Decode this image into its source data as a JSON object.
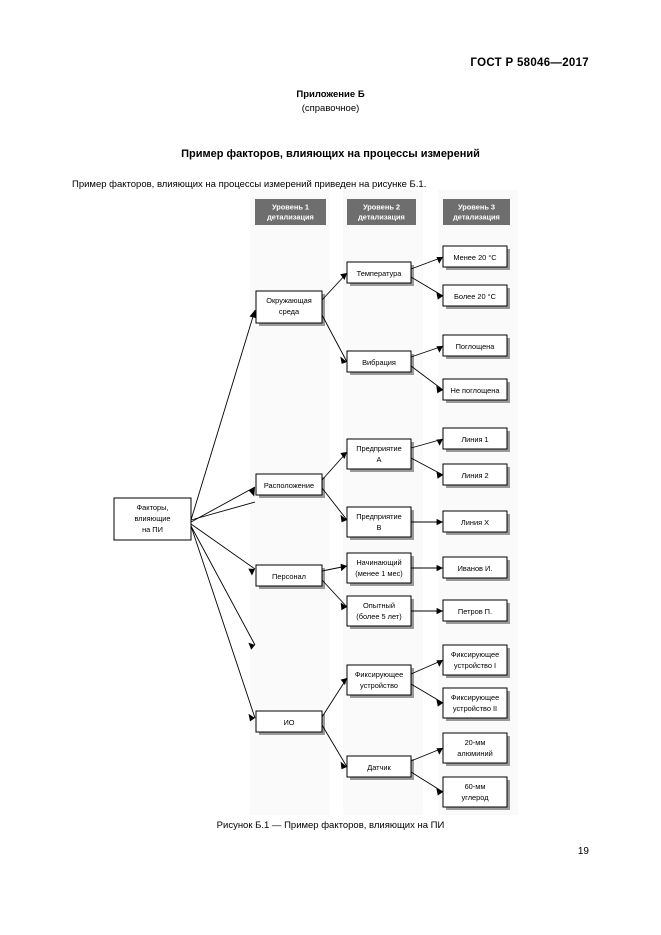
{
  "document": {
    "standard_header": "ГОСТ Р 58046—2017",
    "appendix_title": "Приложение Б",
    "appendix_subtitle": "(справочное)",
    "section_title": "Пример факторов, влияющих на процессы измерений",
    "intro_text": "Пример факторов, влияющих на процессы измерений приведен на рисунке Б.1.",
    "figure_caption": "Рисунок Б.1 — Пример факторов, влияющих на ПИ",
    "page_number": "19"
  },
  "diagram": {
    "headers": [
      {
        "line1": "Уровень 1",
        "line2": "детализация"
      },
      {
        "line1": "Уровень 2",
        "line2": "детализация"
      },
      {
        "line1": "Уровень 3",
        "line2": "детализация"
      }
    ],
    "root": {
      "lines": [
        "Факторы,",
        "влияющие",
        "на ПИ"
      ]
    },
    "level1": [
      {
        "lines": [
          "Окружающая",
          "среда"
        ]
      },
      {
        "lines": [
          "Расположение"
        ]
      },
      {
        "lines": [
          "Персонал"
        ]
      },
      {
        "lines": [
          "ИО"
        ]
      }
    ],
    "level2": [
      {
        "lines": [
          "Температура"
        ]
      },
      {
        "lines": [
          "Вибрация"
        ]
      },
      {
        "lines": [
          "Предприятие",
          "А"
        ]
      },
      {
        "lines": [
          "Предприятие",
          "В"
        ]
      },
      {
        "lines": [
          "Начинающий",
          "(менее 1 мес)"
        ]
      },
      {
        "lines": [
          "Опытный",
          "(более 5 лет)"
        ]
      },
      {
        "lines": [
          "Фиксирующее",
          "устройство"
        ]
      },
      {
        "lines": [
          "Датчик"
        ]
      }
    ],
    "level3": [
      {
        "lines": [
          "Менее 20 °С"
        ]
      },
      {
        "lines": [
          "Более 20 °С"
        ]
      },
      {
        "lines": [
          "Поглощена"
        ]
      },
      {
        "lines": [
          "Не поглощена"
        ]
      },
      {
        "lines": [
          "Линия 1"
        ]
      },
      {
        "lines": [
          "Линия 2"
        ]
      },
      {
        "lines": [
          "Линия Х"
        ]
      },
      {
        "lines": [
          "Иванов И."
        ]
      },
      {
        "lines": [
          "Петров П."
        ]
      },
      {
        "lines": [
          "Фиксирующее",
          "устройство I"
        ]
      },
      {
        "lines": [
          "Фиксирующее",
          "устройство II"
        ]
      },
      {
        "lines": [
          "20-мм",
          "алюминий"
        ]
      },
      {
        "lines": [
          "60-мм",
          "углерод"
        ]
      }
    ],
    "colors": {
      "header_fill": "#6e6e6e",
      "header_text": "#ffffff",
      "node_fill": "#ffffff",
      "node_stroke": "#000000",
      "shadow": "#9a9a9a",
      "band": "#fafafa"
    }
  }
}
